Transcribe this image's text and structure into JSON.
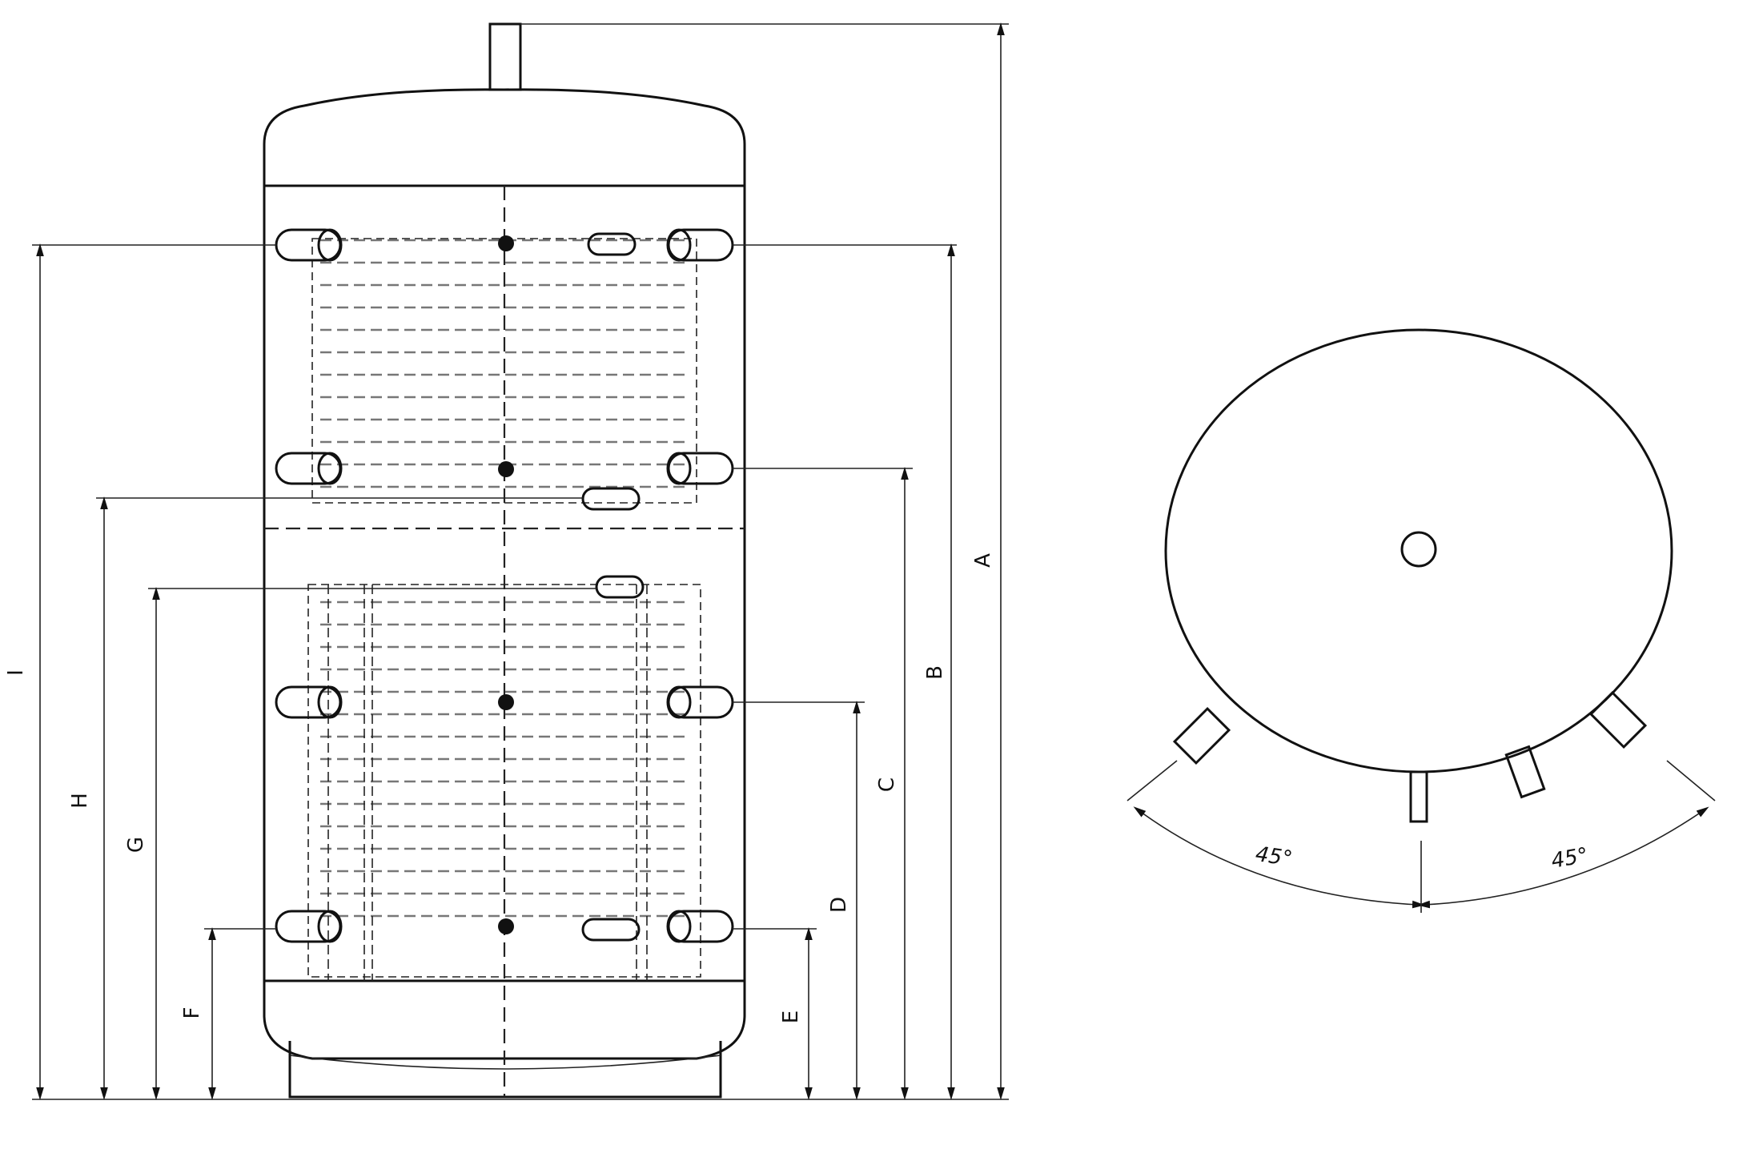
{
  "side_view": {
    "dimension_labels": {
      "A": "A",
      "B": "B",
      "C": "C",
      "D": "D",
      "E": "E",
      "F": "F",
      "G": "G",
      "H": "H",
      "I": "I"
    }
  },
  "top_view": {
    "angle_left": "45°",
    "angle_right": "45°"
  }
}
